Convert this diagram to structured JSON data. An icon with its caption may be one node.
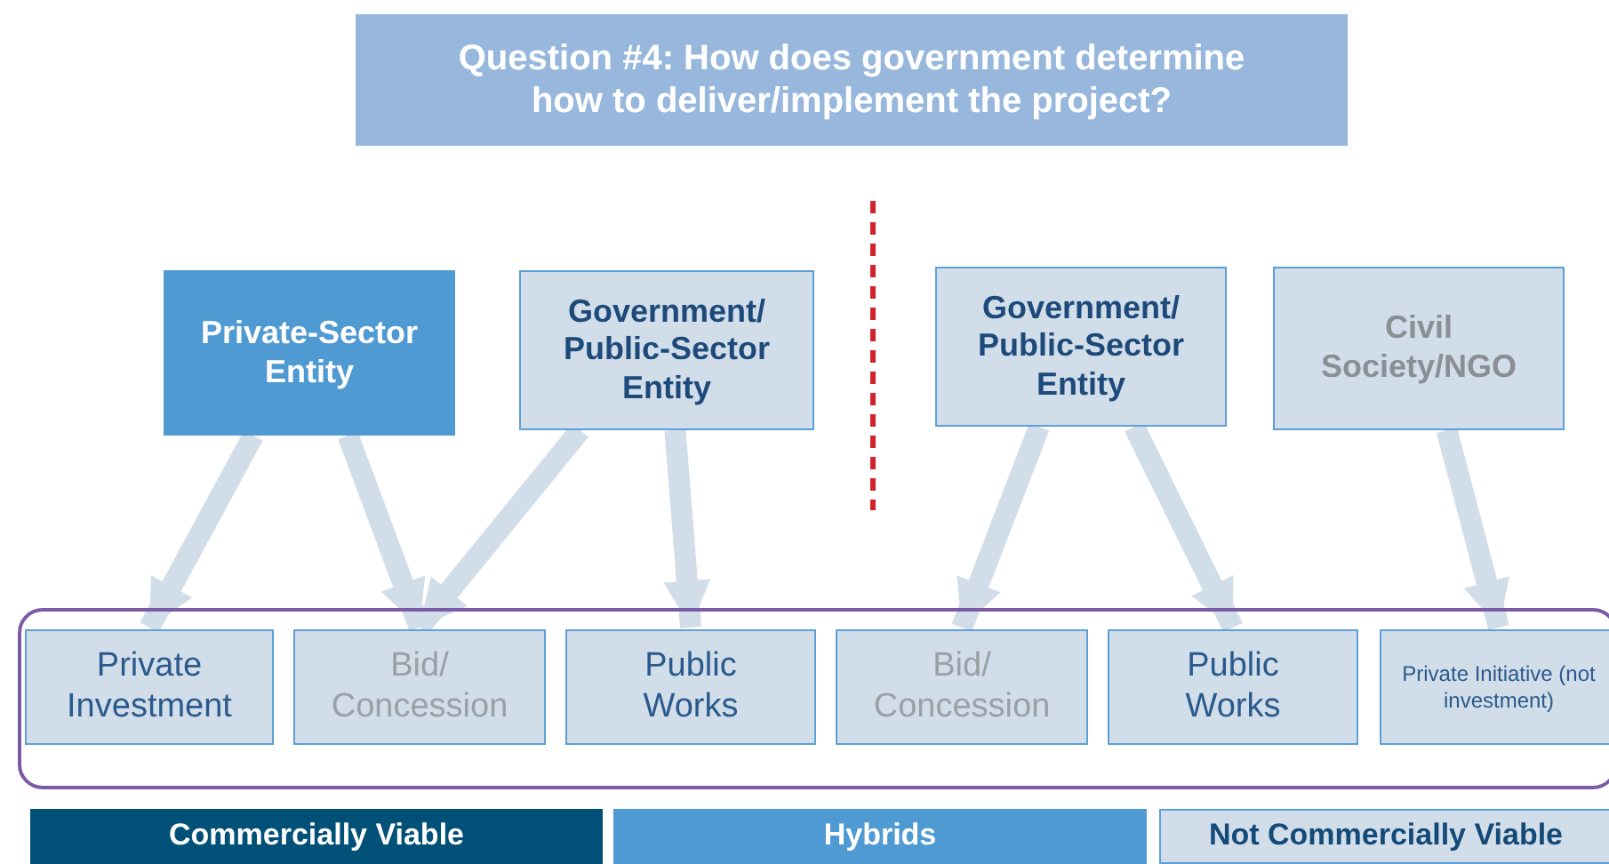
{
  "diagram": {
    "nodes": [
      {
        "text": [
          "Question #4: How does government determine how to deliver/implement the project?"
        ]
      },
      {
        "text": [
          "Private-Sector Entity"
        ]
      },
      {
        "text": [
          "Government/ Public-Sector Entity"
        ]
      },
      {
        "text": [
          "Government/ Public-Sector Entity"
        ]
      },
      {
        "text": [
          "Civil Society/NGO"
        ]
      },
      {
        "text": [],
        "shape": "box"
      },
      {
        "text": [
          "Private Investment"
        ],
        "in": 5
      },
      {
        "text": [
          "Bid/ Concession"
        ],
        "in": 5
      },
      {
        "text": [
          "Public Works"
        ],
        "in": 5
      },
      {
        "text": [
          "Bid/ Concession"
        ],
        "in": 5
      },
      {
        "text": [
          "Public Works"
        ],
        "in": 5
      },
      {
        "text": [
          "Private Initiative (not investment)"
        ],
        "in": 5
      },
      {
        "text": [
          "Commercially Viable"
        ]
      },
      {
        "text": [
          "Hybrids"
        ]
      },
      {
        "text": [
          "Not Commercially Viable"
        ]
      }
    ],
    "edges": [
      {
        "from": 1,
        "to": 6,
        "arrow": "to"
      },
      {
        "from": 1,
        "to": 7,
        "arrow": "to"
      },
      {
        "from": 2,
        "to": 7,
        "arrow": "to"
      },
      {
        "from": 2,
        "to": 8,
        "arrow": "to"
      },
      {
        "from": 3,
        "to": 9,
        "arrow": "to"
      },
      {
        "from": 3,
        "to": 10,
        "arrow": "to"
      },
      {
        "from": 4,
        "to": 11,
        "arrow": "to"
      }
    ]
  }
}
